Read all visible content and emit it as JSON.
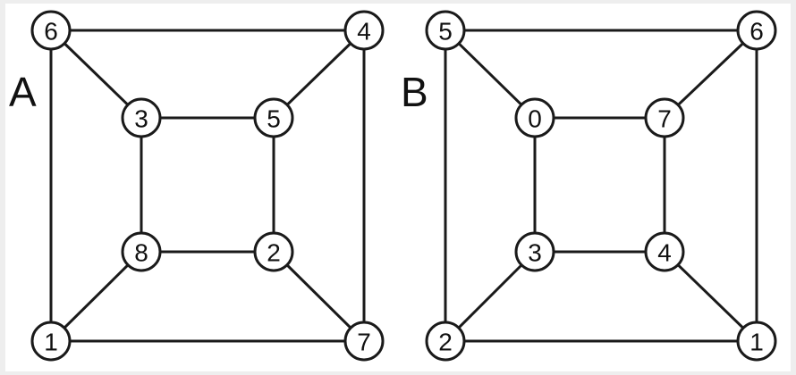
{
  "graphs": [
    {
      "label": "A",
      "nodes": {
        "tl": "6",
        "tr": "4",
        "itl": "3",
        "itr": "5",
        "ibl": "8",
        "ibr": "2",
        "bl": "1",
        "br": "7"
      },
      "edges": [
        [
          "tl",
          "tr"
        ],
        [
          "tl",
          "bl"
        ],
        [
          "tr",
          "br"
        ],
        [
          "bl",
          "br"
        ],
        [
          "itl",
          "itr"
        ],
        [
          "itl",
          "ibl"
        ],
        [
          "itr",
          "ibr"
        ],
        [
          "ibl",
          "ibr"
        ],
        [
          "tl",
          "itl"
        ],
        [
          "tr",
          "itr"
        ],
        [
          "bl",
          "ibl"
        ],
        [
          "br",
          "ibr"
        ]
      ]
    },
    {
      "label": "B",
      "nodes": {
        "tl": "5",
        "tr": "6",
        "itl": "0",
        "itr": "7",
        "ibl": "3",
        "ibr": "4",
        "bl": "2",
        "br": "1"
      },
      "edges": [
        [
          "tl",
          "tr"
        ],
        [
          "tl",
          "bl"
        ],
        [
          "tr",
          "br"
        ],
        [
          "bl",
          "br"
        ],
        [
          "itl",
          "itr"
        ],
        [
          "itl",
          "ibl"
        ],
        [
          "itr",
          "ibr"
        ],
        [
          "ibl",
          "ibr"
        ],
        [
          "tl",
          "itl"
        ],
        [
          "tr",
          "itr"
        ],
        [
          "bl",
          "ibl"
        ],
        [
          "br",
          "ibr"
        ]
      ]
    }
  ]
}
